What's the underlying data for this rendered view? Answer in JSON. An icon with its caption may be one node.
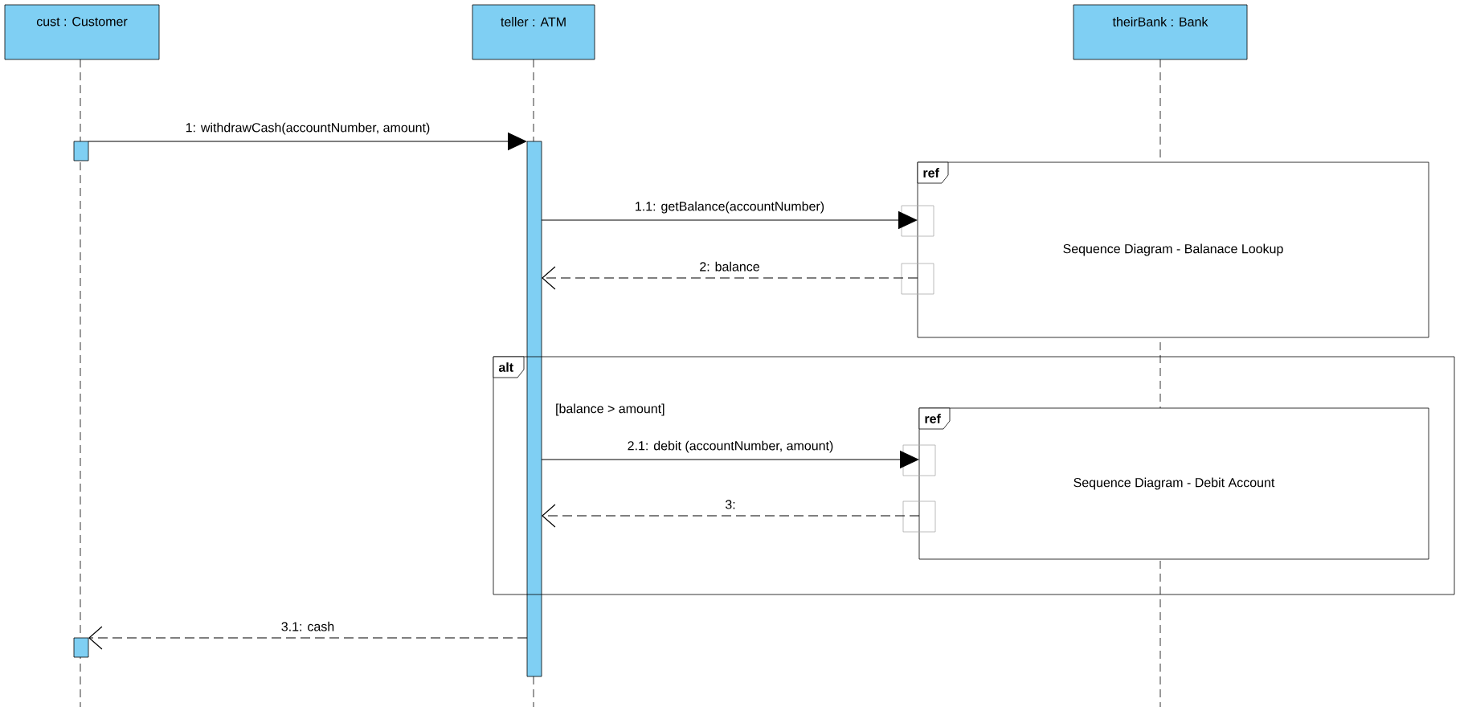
{
  "diagram": {
    "nodes": [
      {
        "text": [
          "cust : Customer"
        ]
      },
      {
        "text": [
          "teller : ATM"
        ]
      },
      {
        "text": [
          "theirBank : Bank"
        ]
      },
      {
        "text": [],
        "shape": "bar"
      },
      {
        "text": [],
        "shape": "bar"
      },
      {
        "text": [
          "ref",
          "Sequence Diagram - Balanace Lookup"
        ]
      },
      {
        "text": [
          "alt",
          "[balance > amount]"
        ]
      },
      {
        "text": [
          "ref",
          "Sequence Diagram - Debit Account"
        ],
        "in": 6
      },
      {
        "text": [],
        "shape": "bar"
      }
    ],
    "edges": [
      {
        "from": 3,
        "to": 4,
        "arrow": "to",
        "label": "1: withdrawCash(accountNumber, amount)"
      },
      {
        "from": 4,
        "to": 5,
        "arrow": "to",
        "label": "1.1: getBalance(accountNumber)"
      },
      {
        "from": 5,
        "to": 4,
        "arrow": "to",
        "label": "2: balance",
        "style": "dashed"
      },
      {
        "from": 4,
        "to": 7,
        "arrow": "to",
        "label": "2.1: debit (accountNumber, amount)"
      },
      {
        "from": 7,
        "to": 4,
        "arrow": "to",
        "label": "3:",
        "style": "dashed"
      },
      {
        "from": 4,
        "to": 8,
        "arrow": "to",
        "label": "3.1: cash",
        "style": "dashed"
      }
    ]
  }
}
